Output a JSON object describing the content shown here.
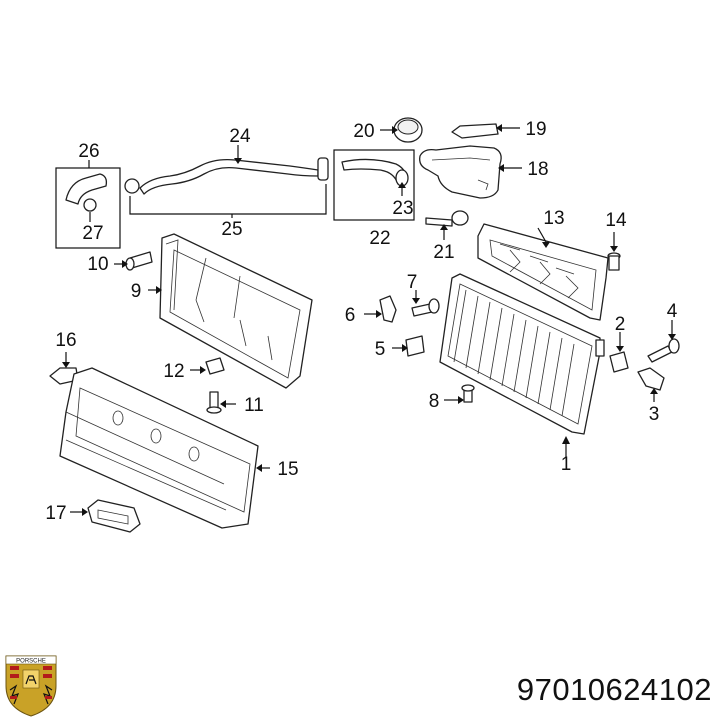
{
  "part_number": "97010624102",
  "logo_text": "PORSCHE",
  "callouts": {
    "c1": "1",
    "c2": "2",
    "c3": "3",
    "c4": "4",
    "c5": "5",
    "c6": "6",
    "c7": "7",
    "c8": "8",
    "c9": "9",
    "c10": "10",
    "c11": "11",
    "c12": "12",
    "c13": "13",
    "c14": "14",
    "c15": "15",
    "c16": "16",
    "c17": "17",
    "c18": "18",
    "c19": "19",
    "c20": "20",
    "c21": "21",
    "c22": "22",
    "c23": "23",
    "c24": "24",
    "c25": "25",
    "c26": "26",
    "c27": "27"
  },
  "colors": {
    "line": "#111111",
    "logo_gold": "#c9a227",
    "logo_red": "#b31b1b"
  }
}
